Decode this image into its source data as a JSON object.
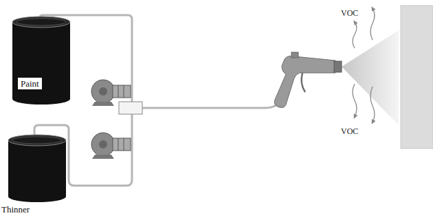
{
  "diagram": {
    "nodes": [
      {
        "text": [
          "Paint"
        ]
      },
      {
        "text": [
          "Thinner"
        ]
      }
    ],
    "labels": [
      "VOC",
      "VOC"
    ]
  }
}
